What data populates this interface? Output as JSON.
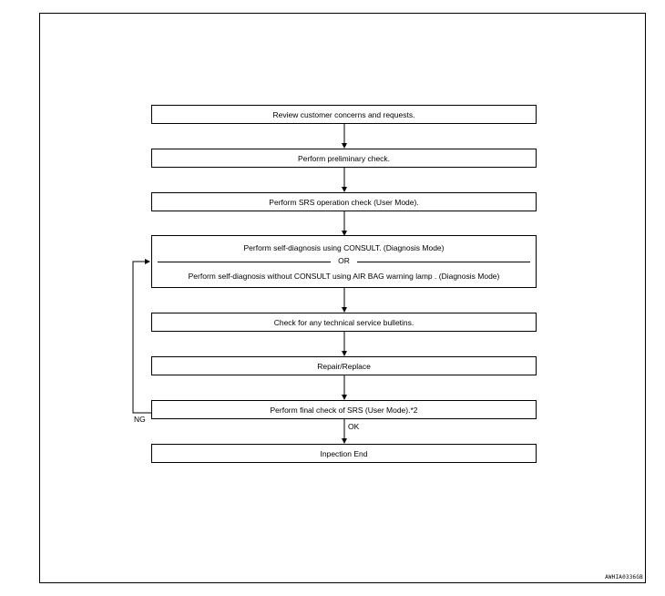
{
  "flowchart": {
    "steps": [
      "Review customer concerns and requests.",
      "Perform preliminary check.",
      "Perform SRS operation check (User Mode).",
      {
        "line1": "Perform self-diagnosis using CONSULT. (Diagnosis Mode)",
        "separator": "OR",
        "line2": "Perform self-diagnosis  without CONSULT using AIR BAG warning lamp . (Diagnosis Mode)"
      },
      "Check for any technical service bulletins.",
      "Repair/Replace",
      "Perform final check of SRS (User Mode).*2",
      "Inpection End"
    ],
    "branches": {
      "ok_label": "OK",
      "ng_label": "NG"
    }
  },
  "figure_code": "AWHIA0336GB"
}
